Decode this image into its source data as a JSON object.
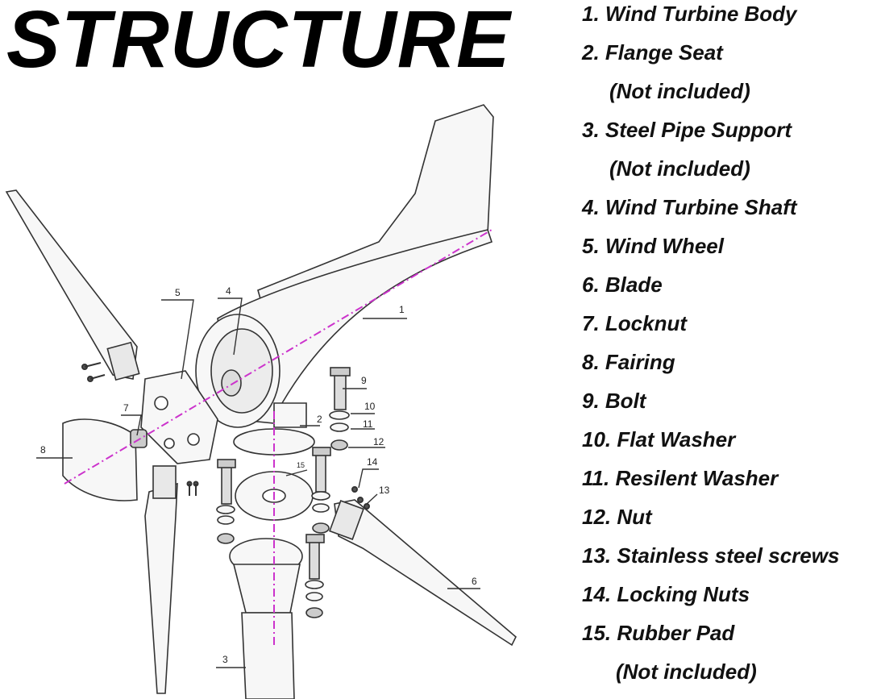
{
  "title": "STRUCTURE",
  "callouts": [
    "1",
    "2",
    "3",
    "4",
    "5",
    "6",
    "7",
    "8",
    "9",
    "10",
    "11",
    "12",
    "13",
    "14",
    "15"
  ],
  "legend": [
    {
      "text": "1. Wind Turbine Body"
    },
    {
      "text": "2. Flange Seat",
      "note": "(Not included)"
    },
    {
      "text": "3. Steel Pipe Support",
      "note": "(Not included)"
    },
    {
      "text": "4. Wind Turbine Shaft"
    },
    {
      "text": "5. Wind Wheel"
    },
    {
      "text": "6. Blade"
    },
    {
      "text": "7. Locknut"
    },
    {
      "text": "8. Fairing"
    },
    {
      "text": "9. Bolt"
    },
    {
      "text": "10. Flat Washer"
    },
    {
      "text": "11. Resilent Washer"
    },
    {
      "text": "12. Nut"
    },
    {
      "text": "13. Stainless steel screws"
    },
    {
      "text": "14. Locking Nuts"
    },
    {
      "text": "15. Rubber Pad",
      "note": "(Not included)"
    }
  ],
  "colors": {
    "axis_line": "#cc33cc",
    "line_art": "#333333",
    "text": "#111111"
  }
}
